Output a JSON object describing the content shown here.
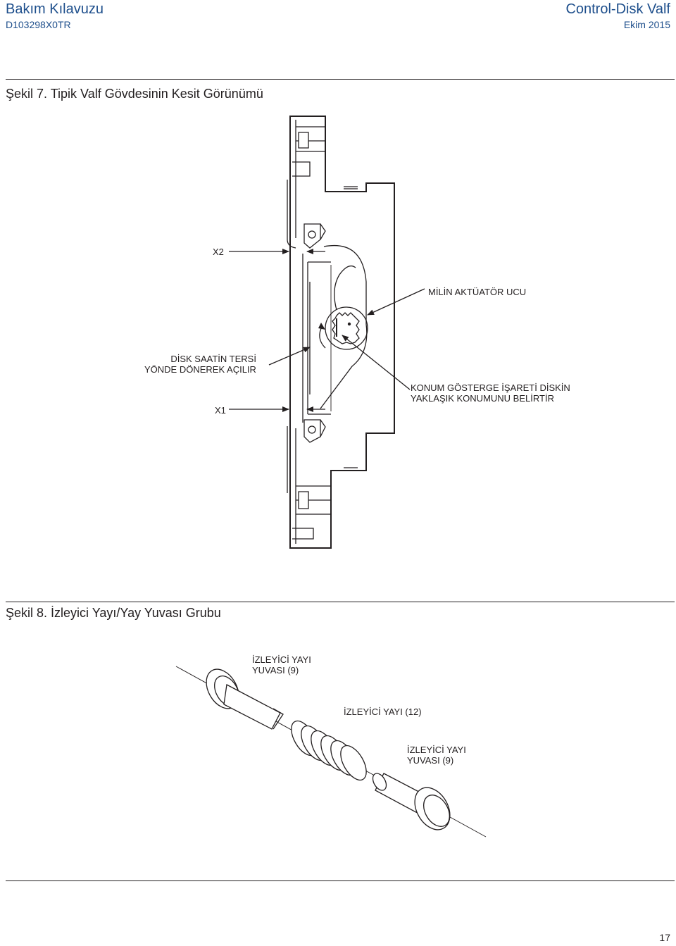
{
  "header": {
    "manual_title": "Bakım Kılavuzu",
    "doc_code": "D103298X0TR",
    "product": "Control-Disk Valf",
    "date": "Ekim 2015"
  },
  "figure7": {
    "caption": "Şekil 7. Tipik Valf Gövdesinin Kesit Görünümü",
    "labels": {
      "x2": "X2",
      "x1": "X1",
      "shaft_end_line1": "MİLİN AKTÜATÖR UCU",
      "disc_rotation_line1": "DİSK SAATİN TERSİ",
      "disc_rotation_line2": "YÖNDE DÖNEREK AÇILIR",
      "indicator_line1": "KONUM GÖSTERGE İŞARETİ DİSKİN",
      "indicator_line2": "YAKLAŞIK KONUMUNU BELİRTİR"
    }
  },
  "figure8": {
    "caption": "Şekil 8. İzleyici Yayı/Yay Yuvası Grubu",
    "labels": {
      "seat_top_line1": "İZLEYİCİ YAYI",
      "seat_top_line2": "YUVASI (9)",
      "spring": "İZLEYİCİ YAYI (12)",
      "seat_bottom_line1": "İZLEYİCİ YAYI",
      "seat_bottom_line2": "YUVASI (9)"
    }
  },
  "page_number": "17"
}
